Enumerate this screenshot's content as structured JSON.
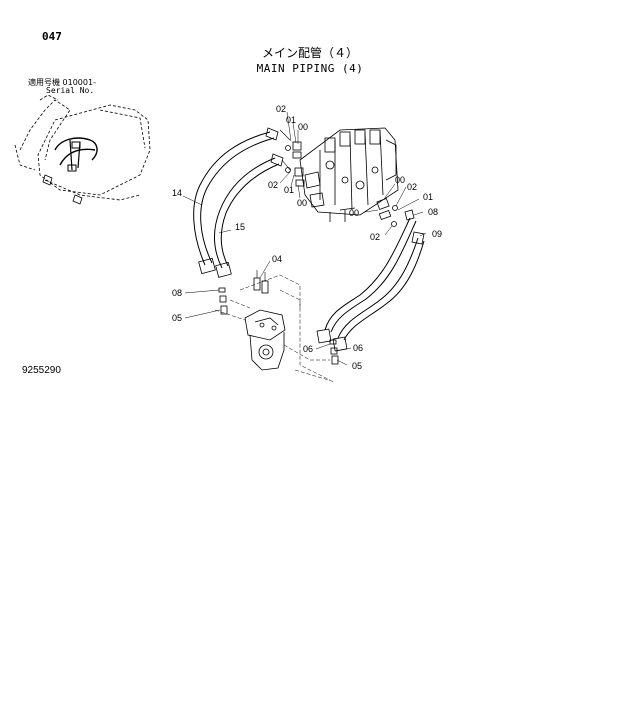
{
  "header": {
    "page_number": "047",
    "title_ja": "メイン配管（４）",
    "title_en": "MAIN PIPING (4)",
    "serial_ja": "適用号機  010001-",
    "serial_en": "Serial No."
  },
  "footer": {
    "drawing_number": "9255290"
  },
  "callouts": {
    "c02a": "02",
    "c01a": "01",
    "c00a": "00",
    "c02b": "02",
    "c01b": "01",
    "c00b": "00",
    "c00c": "00",
    "c02c": "02",
    "c01c": "01",
    "c00d": "00",
    "c08": "08",
    "c02d": "02",
    "c09": "09",
    "c14": "14",
    "c15": "15",
    "c04": "04",
    "c08b": "08",
    "c05a": "05",
    "c06a": "06",
    "c06b": "06",
    "c05b": "05"
  }
}
